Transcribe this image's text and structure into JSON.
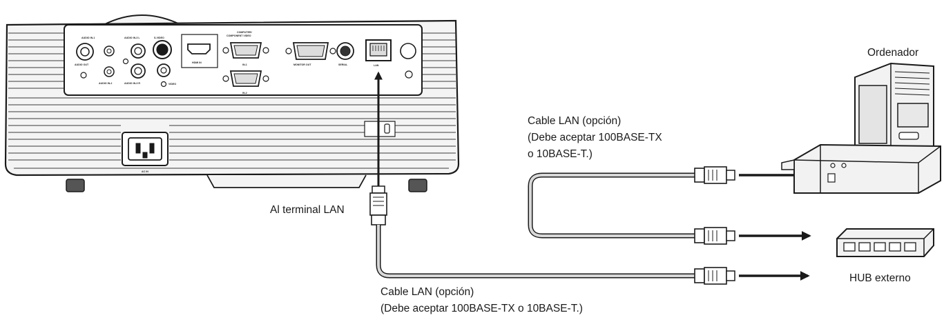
{
  "labels": {
    "computer": "Ordenador",
    "hub": "HUB externo",
    "lan_terminal": "Al terminal LAN",
    "cable_right_line1": "Cable LAN (opción)",
    "cable_right_line2": "(Debe aceptar 100BASE-TX",
    "cable_right_line3": "o 10BASE-T.)",
    "cable_bottom_line1": "Cable LAN (opción)",
    "cable_bottom_line2": "(Debe aceptar 100BASE-TX o 10BASE-T.)"
  },
  "panel_labels": {
    "audio_in1": "AUDIO IN-1",
    "audio_out": "AUDIO OUT",
    "audio_in2": "AUDIO IN-2",
    "audio_in3l": "AUDIO IN-3 L",
    "audio_in3r": "AUDIO IN-3 R",
    "svideo": "S-VIDEO",
    "video": "VIDEO",
    "hdmi": "HDMI IN",
    "computer_component_line1": "COMPUTER/",
    "computer_component_line2": "COMPONENT VIDEO",
    "in1": "IN-1",
    "in2": "IN-2",
    "monitor_out": "MONITOR OUT",
    "serial": "SERIAL",
    "lan": "LAN",
    "ac_in": "AC IN"
  },
  "colors": {
    "line": "#1a1a1a",
    "body_fill": "#f4f4f4",
    "cable_fill": "#d8d8d8"
  }
}
